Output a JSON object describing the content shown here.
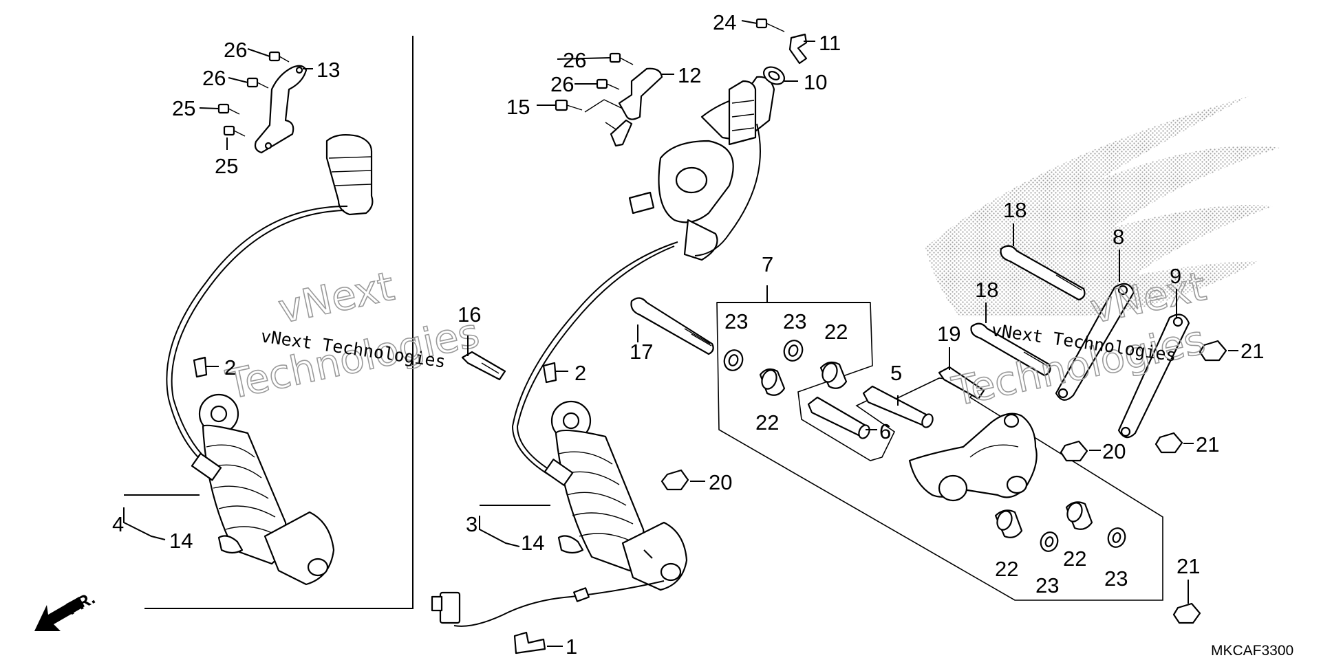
{
  "diagram_code": "MKCAF3300",
  "watermark": {
    "line1": "vNext Technologies",
    "big1": "vNext",
    "big2": "Technologies"
  },
  "direction_label": "FR.",
  "callouts": {
    "c1": "1",
    "c2a": "2",
    "c2b": "2",
    "c3": "3",
    "c4": "4",
    "c5": "5",
    "c6": "6",
    "c7": "7",
    "c8": "8",
    "c9": "9",
    "c10": "10",
    "c11": "11",
    "c12": "12",
    "c13": "13",
    "c14a": "14",
    "c14b": "14",
    "c15": "15",
    "c16": "16",
    "c17": "17",
    "c18a": "18",
    "c18b": "18",
    "c19": "19",
    "c20a": "20",
    "c20b": "20",
    "c21a": "21",
    "c21b": "21",
    "c21c": "21",
    "c22a": "22",
    "c22b": "22",
    "c22c": "22",
    "c22d": "22",
    "c23a": "23",
    "c23b": "23",
    "c23c": "23",
    "c23d": "23",
    "c24": "24",
    "c25a": "25",
    "c25b": "25",
    "c26a": "26",
    "c26b": "26",
    "c26c": "26",
    "c26d": "26"
  }
}
